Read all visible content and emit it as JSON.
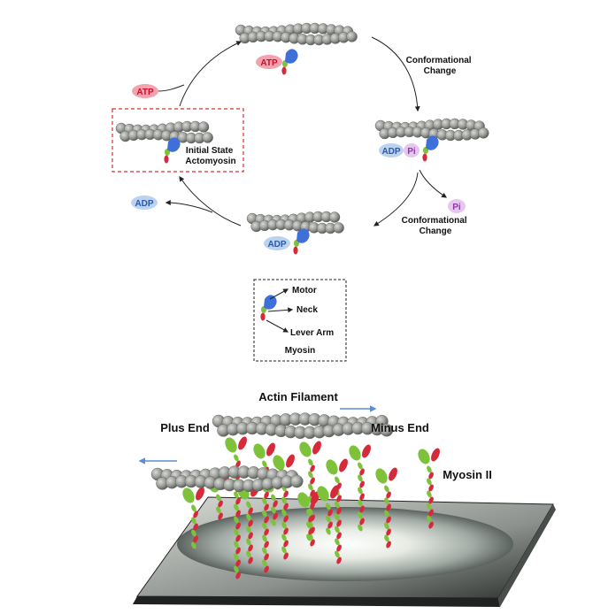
{
  "colors": {
    "actin": "#9a9c98",
    "actin_dark": "#6c6e6b",
    "atp_pill": "#f2a3ad",
    "atp_text": "#c8102e",
    "adp_pill": "#bcd2ee",
    "adp_text": "#2a5aa8",
    "pi_pill": "#e6c6ee",
    "pi_text": "#8a3aa0",
    "motor": "#3f6fd8",
    "neck": "#7ec23a",
    "lever": "#d62a3a",
    "frame_red": "#d9302f",
    "arrow_blue": "#5b8fd1"
  },
  "cycle": {
    "atp_top": "ATP",
    "atp_left": "ATP",
    "conf_change_top": [
      "Conformational",
      "Change"
    ],
    "adp_right": "ADP",
    "pi_right": "Pi",
    "pi_released": "Pi",
    "conf_change_bottom": [
      "Conformational",
      "Change"
    ],
    "adp_bottom": "ADP",
    "adp_left": "ADP",
    "initial_state": [
      "Initial State",
      "Actomyosin"
    ]
  },
  "legend": {
    "motor": "Motor",
    "neck": "Neck",
    "lever_arm": "Lever Arm",
    "title": "Myosin"
  },
  "filament_scene": {
    "actin_filament": "Actin Filament",
    "plus_end": "Plus End",
    "minus_end": "Minus End",
    "myosin_ii": "Myosin II"
  }
}
